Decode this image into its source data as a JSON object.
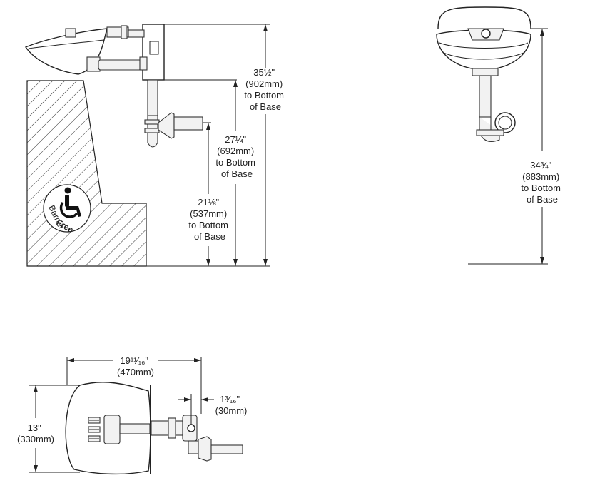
{
  "side_view": {
    "dim_total": {
      "line1": "35½\"",
      "line2": "(902mm)",
      "line3": "to Bottom",
      "line4": "of Base"
    },
    "dim_mid": {
      "line1": "27¼\"",
      "line2": "(692mm)",
      "line3": "to Bottom",
      "line4": "of Base"
    },
    "dim_low": {
      "line1": "21⅛\"",
      "line2": "(537mm)",
      "line3": "to Bottom",
      "line4": "of Base"
    },
    "accessibility_badge": {
      "text_top": "Barrier",
      "text_bottom": "Free",
      "icon": "wheelchair-icon"
    }
  },
  "front_view": {
    "dim_height": {
      "line1": "34¾\"",
      "line2": "(883mm)",
      "line3": "to Bottom",
      "line4": "of Base"
    }
  },
  "top_view": {
    "dim_width": {
      "line1": "19¹¹⁄₁₆\"",
      "line2": "(470mm)"
    },
    "dim_depth": {
      "line1": "13\"",
      "line2": "(330mm)"
    },
    "dim_offset": {
      "line1": "1³⁄₁₆\"",
      "line2": "(30mm)"
    }
  }
}
